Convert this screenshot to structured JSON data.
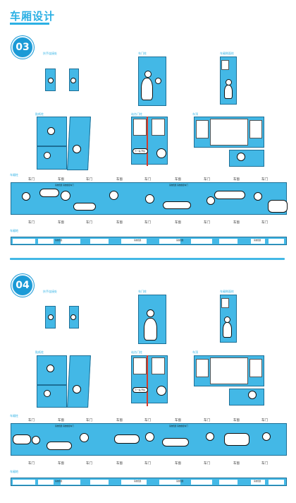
{
  "title": "车厢设计",
  "sections": [
    {
      "number": "03"
    },
    {
      "number": "04"
    }
  ],
  "labels": {
    "panel_a": "扶手连接处",
    "panel_b": "车门柱",
    "panel_c": "车厢侧面柱",
    "panel_d": "贴纸柱",
    "panel_e": "站台门柱",
    "panel_f": "车顶",
    "strip": "车厢柱",
    "floor": "车厢地",
    "door": "车门",
    "window": "车窗",
    "sign_small": "下一站 开往",
    "floor_tag": "请勿倚靠",
    "strip_notice": "请勿倚靠 请勿依靠车门"
  },
  "colors": {
    "accent": "#2bb0e4",
    "panel": "#43b8e6",
    "badge": "#1b9ad6"
  }
}
